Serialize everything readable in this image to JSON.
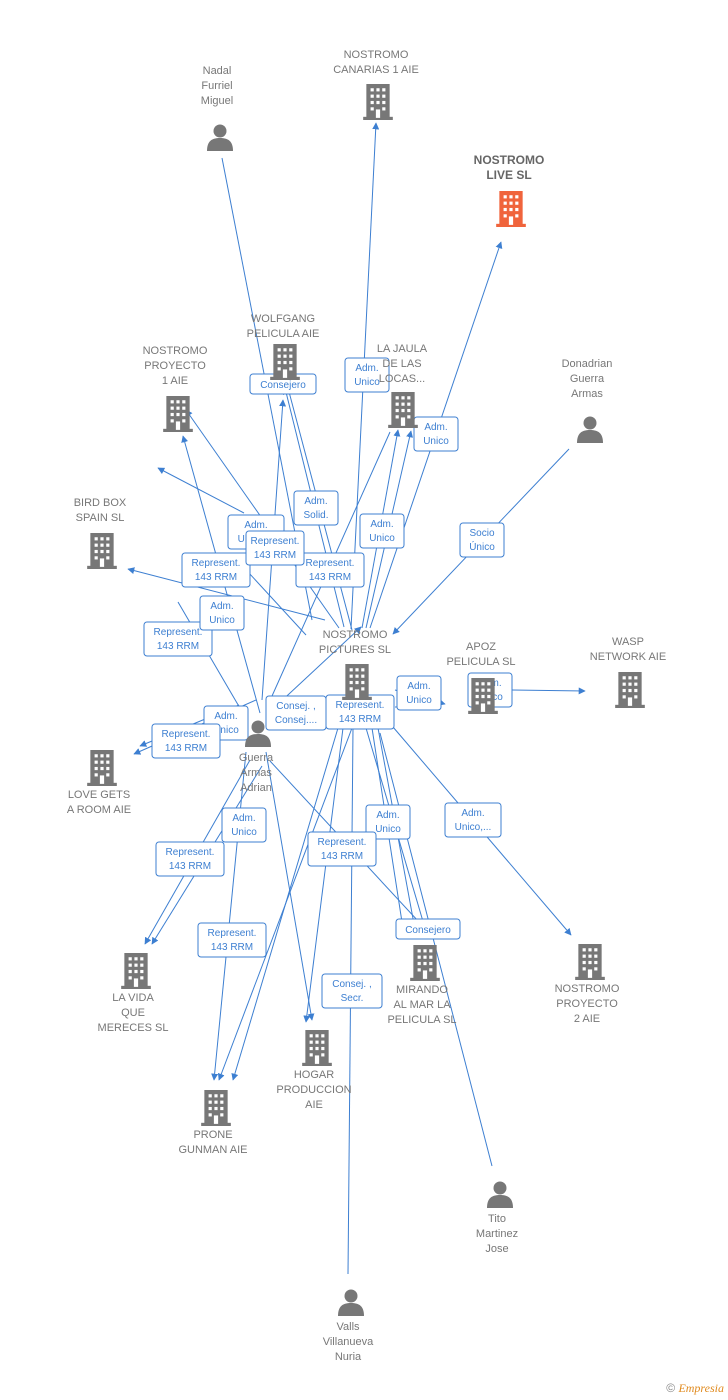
{
  "colors": {
    "edge": "#3d7fd1",
    "node": "#777777",
    "highlight": "#f0643c"
  },
  "nodes": [
    {
      "id": "canarias",
      "type": "company",
      "label": [
        "NOSTROMO",
        "CANARIAS 1 AIE"
      ]
    },
    {
      "id": "nadal",
      "type": "person",
      "label": [
        "Nadal",
        "Furriel",
        "Miguel"
      ]
    },
    {
      "id": "live",
      "type": "company",
      "highlight": true,
      "label": [
        "NOSTROMO",
        "LIVE  SL"
      ]
    },
    {
      "id": "wolfgang",
      "type": "company",
      "label": [
        "WOLFGANG",
        "PELICULA  AIE"
      ]
    },
    {
      "id": "jaula",
      "type": "company",
      "label": [
        "LA JAULA",
        "DE LAS",
        "LOCAS..."
      ]
    },
    {
      "id": "proy1",
      "type": "company",
      "label": [
        "NOSTROMO",
        "PROYECTO",
        "1  AIE"
      ]
    },
    {
      "id": "donadrian",
      "type": "person",
      "label": [
        "Donadrian",
        "Guerra",
        "Armas"
      ]
    },
    {
      "id": "birdbox",
      "type": "company",
      "label": [
        "BIRD BOX",
        "SPAIN  SL"
      ]
    },
    {
      "id": "pictures",
      "type": "company",
      "label": [
        "NOSTROMO",
        "PICTURES  SL"
      ]
    },
    {
      "id": "apoz",
      "type": "company",
      "label": [
        "APOZ",
        "PELICULA  SL"
      ]
    },
    {
      "id": "wasp",
      "type": "company",
      "label": [
        "WASP",
        "NETWORK  AIE"
      ]
    },
    {
      "id": "guerra",
      "type": "person",
      "label": [
        "Guerra",
        "Armas",
        "Adrian"
      ]
    },
    {
      "id": "lovegets",
      "type": "company",
      "label": [
        "LOVE GETS",
        "A ROOM AIE"
      ]
    },
    {
      "id": "vida",
      "type": "company",
      "label": [
        "LA VIDA",
        "QUE",
        "MERECES  SL"
      ]
    },
    {
      "id": "mirando",
      "type": "company",
      "label": [
        "MIRANDO",
        "AL MAR LA",
        "PELICULA  SL"
      ]
    },
    {
      "id": "proy2",
      "type": "company",
      "label": [
        "NOSTROMO",
        "PROYECTO",
        "2  AIE"
      ]
    },
    {
      "id": "hogar",
      "type": "company",
      "label": [
        "HOGAR",
        "PRODUCCION",
        "AIE"
      ]
    },
    {
      "id": "prone",
      "type": "company",
      "label": [
        "PRONE",
        "GUNMAN AIE"
      ]
    },
    {
      "id": "tito",
      "type": "person",
      "label": [
        "Tito",
        "Martinez",
        "Jose"
      ]
    },
    {
      "id": "valls",
      "type": "person",
      "label": [
        "Valls",
        "Villanueva",
        "Nuria"
      ]
    }
  ],
  "edge_labels": [
    [
      "Consejero"
    ],
    [
      "Adm.",
      "Unico"
    ],
    [
      "Adm.",
      "Unico"
    ],
    [
      "Adm.",
      "Solid."
    ],
    [
      "Adm.",
      "Unico"
    ],
    [
      "Socio",
      "Único"
    ],
    [
      "Adm.",
      "Unico,..."
    ],
    [
      "Represent.",
      "143 RRM"
    ],
    [
      "Represent.",
      "143 RRM"
    ],
    [
      "Represent.",
      "143 RRM"
    ],
    [
      "Adm.",
      "Unico"
    ],
    [
      "Represent.",
      "143 RRM"
    ],
    [
      "Adm.",
      "Unico"
    ],
    [
      "Adm.",
      "Unico"
    ],
    [
      "Consej. ,",
      "Consej...."
    ],
    [
      "Represent.",
      "143 RRM"
    ],
    [
      "Adm.",
      "Unico"
    ],
    [
      "Represent.",
      "143 RRM"
    ],
    [
      "Adm.",
      "Unico"
    ],
    [
      "Adm.",
      "Unico,..."
    ],
    [
      "Adm.",
      "Unico"
    ],
    [
      "Represent.",
      "143 RRM"
    ],
    [
      "Represent.",
      "143 RRM"
    ],
    [
      "Represent.",
      "143 RRM"
    ],
    [
      "Consejero"
    ],
    [
      "Consej. ,",
      "Secr."
    ]
  ],
  "footer": {
    "copyright": "©",
    "brand": "Empresia"
  }
}
